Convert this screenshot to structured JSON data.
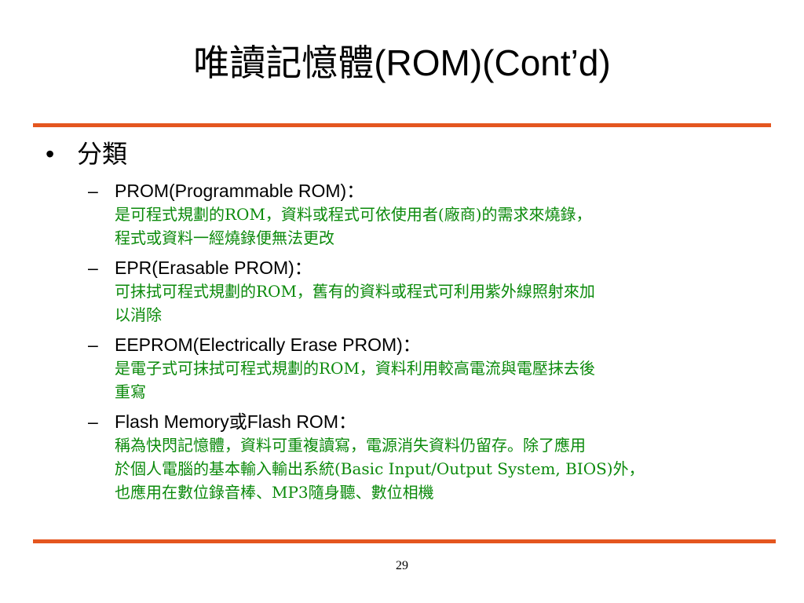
{
  "slide": {
    "title": "唯讀記憶體(ROM)(Cont’d)",
    "bullet": "分類",
    "items": [
      {
        "heading": "PROM(Programmable ROM)：",
        "lines": [
          "是可程式規劃的ROM，資料或程式可依使用者(廠商)的需求來燒錄，",
          "程式或資料一經燒錄便無法更改"
        ]
      },
      {
        "heading": "EPR(Erasable PROM)：",
        "lines": [
          "可抹拭可程式規劃的ROM，舊有的資料或程式可利用紫外線照射來加",
          "以消除"
        ]
      },
      {
        "heading": "EEPROM(Electrically Erase PROM)：",
        "lines": [
          "是電子式可抹拭可程式規劃的ROM，資料利用較高電流與電壓抹去後",
          "重寫"
        ]
      },
      {
        "heading": "Flash Memory或Flash ROM：",
        "lines": [
          "稱為快閃記憶體，資料可重複讀寫，電源消失資料仍留存。除了應用",
          "於個人電腦的基本輸入輸出系統(Basic Input/Output System, BIOS)外，",
          "也應用在數位錄音棒、MP3隨身聽、數位相機"
        ]
      }
    ],
    "page_number": "29"
  },
  "colors": {
    "rule": "#e4561f",
    "description_text": "#0b8a0b"
  }
}
